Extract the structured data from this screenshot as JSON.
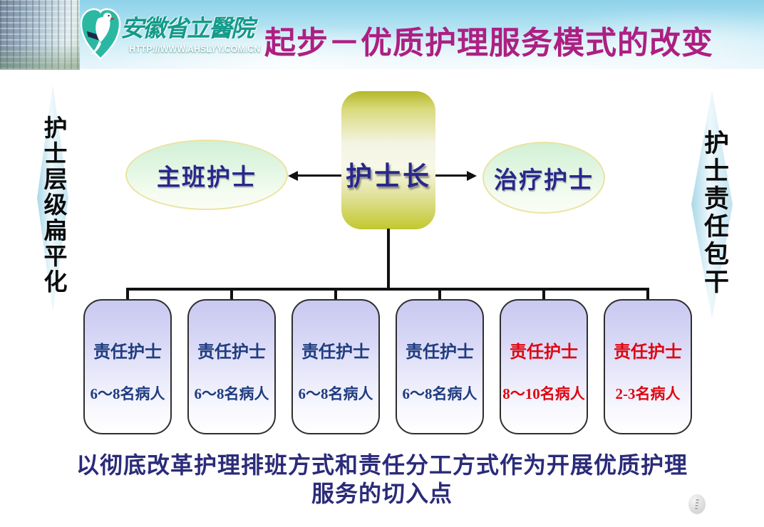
{
  "header": {
    "hospital_name": "安徽省立醫院",
    "hospital_url": "HTTP://WWW.AHSLYY.COM.CN",
    "slide_title": "起步－优质护理服务模式的改变"
  },
  "side_banners": {
    "left": "护士层级扁平化",
    "right": "护士责任包干"
  },
  "org_chart": {
    "root": "护士长",
    "left_node": "主班护士",
    "right_node": "治疗护士",
    "children": [
      {
        "role": "责任护士",
        "patients": "6～8名病人"
      },
      {
        "role": "责任护士",
        "patients": "6～8名病人"
      },
      {
        "role": "责任护士",
        "patients": "6～8名病人"
      },
      {
        "role": "责任护士",
        "patients": "6～8名病人"
      },
      {
        "role": "责任护士",
        "patients": "8～10名病人"
      },
      {
        "role": "责任护士",
        "patients": "2-3名病人"
      }
    ]
  },
  "caption": {
    "line1": "以彻底改革护理排班方式和责任分工方式作为开展优质护理",
    "line2": "服务的切入点"
  },
  "colors": {
    "title_magenta": "#AD1F82",
    "logo_teal": "#149A89",
    "navy_text": "#1F3C80",
    "red_text": "#DD0712",
    "root_text": "#27278C",
    "caption_text": "#2B2B7A"
  }
}
